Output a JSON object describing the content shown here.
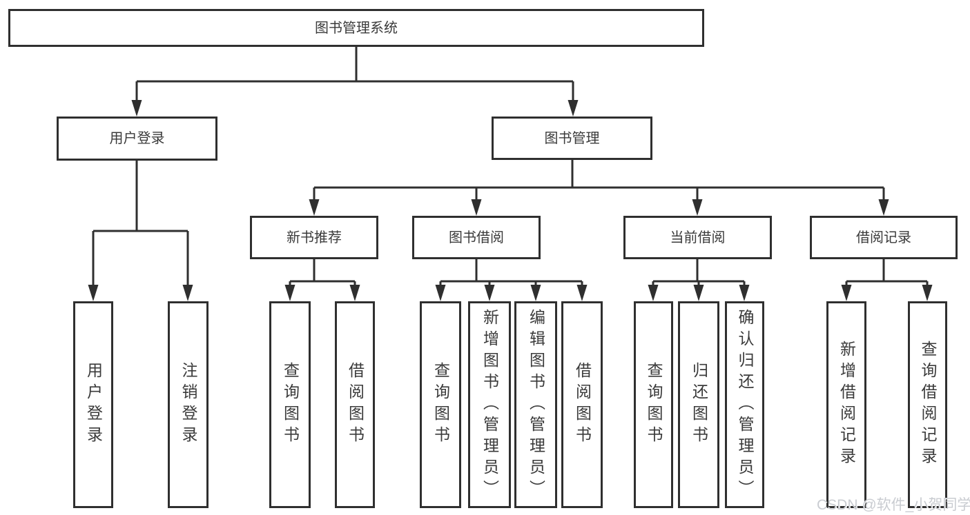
{
  "diagram_title": "图书管理系统",
  "colors": {
    "line": "#2f2f2f",
    "text": "#3a3a3a",
    "background": "#ffffff",
    "watermark": "#c9ccd1"
  },
  "tree": {
    "label": "图书管理系统",
    "children": [
      {
        "label": "用户登录",
        "children": [
          {
            "label": "用户登录"
          },
          {
            "label": "注销登录"
          }
        ]
      },
      {
        "label": "图书管理",
        "children": [
          {
            "label": "新书推荐",
            "children": [
              {
                "label": "查询图书"
              },
              {
                "label": "借阅图书"
              }
            ]
          },
          {
            "label": "图书借阅",
            "children": [
              {
                "label": "查询图书"
              },
              {
                "label": "新增图书（管理员）"
              },
              {
                "label": "编辑图书（管理员）"
              },
              {
                "label": "借阅图书"
              }
            ]
          },
          {
            "label": "当前借阅",
            "children": [
              {
                "label": "查询图书"
              },
              {
                "label": "归还图书"
              },
              {
                "label": "确认归还（管理员）"
              }
            ]
          },
          {
            "label": "借阅记录",
            "children": [
              {
                "label": "新增借阅记录"
              },
              {
                "label": "查询借阅记录"
              }
            ]
          }
        ]
      }
    ]
  },
  "watermark": {
    "text": "CSDN @软件_小贺同学"
  }
}
